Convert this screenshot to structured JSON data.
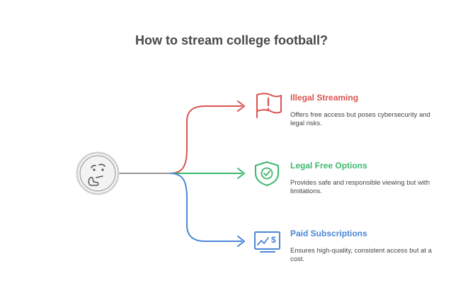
{
  "title": "How to stream college football?",
  "center_icon": "thinking-face-icon",
  "options": [
    {
      "title": "Illegal Streaming",
      "description": "Offers free access but poses cybersecurity and legal risks.",
      "icon": "warning-flag-icon",
      "color": "#d9534f"
    },
    {
      "title": "Legal Free Options",
      "description": "Provides safe and responsible viewing but with limitations.",
      "icon": "shield-check-icon",
      "color": "#3fb76f"
    },
    {
      "title": "Paid Subscriptions",
      "description": "Ensures high-quality, consistent access but at a cost.",
      "icon": "monitor-dollar-icon",
      "color": "#4a86d4"
    }
  ]
}
